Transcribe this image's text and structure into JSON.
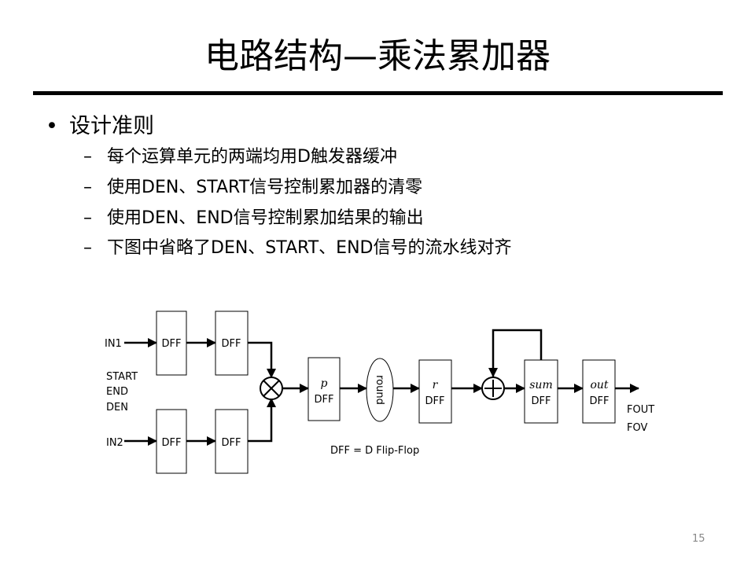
{
  "title": "电路结构—乘法累加器",
  "bullet": "设计准则",
  "bullet_marker": "•",
  "sub_marker": "–",
  "subitems": [
    "每个运算单元的两端均用D触发器缓冲",
    "使用DEN、START信号控制累加器的清零",
    "使用DEN、END信号控制累加结果的输出",
    "下图中省略了DEN、START、END信号的流水线对齐"
  ],
  "diagram": {
    "in1": "IN1",
    "in2": "IN2",
    "start": "START",
    "end": "END",
    "den": "DEN",
    "dff": "DFF",
    "p": "p",
    "round": "round",
    "r": "r",
    "sum": "sum",
    "out": "out",
    "fout": "FOUT",
    "fov": "FOV",
    "caption": "DFF = D Flip-Flop"
  },
  "page_number": "15"
}
